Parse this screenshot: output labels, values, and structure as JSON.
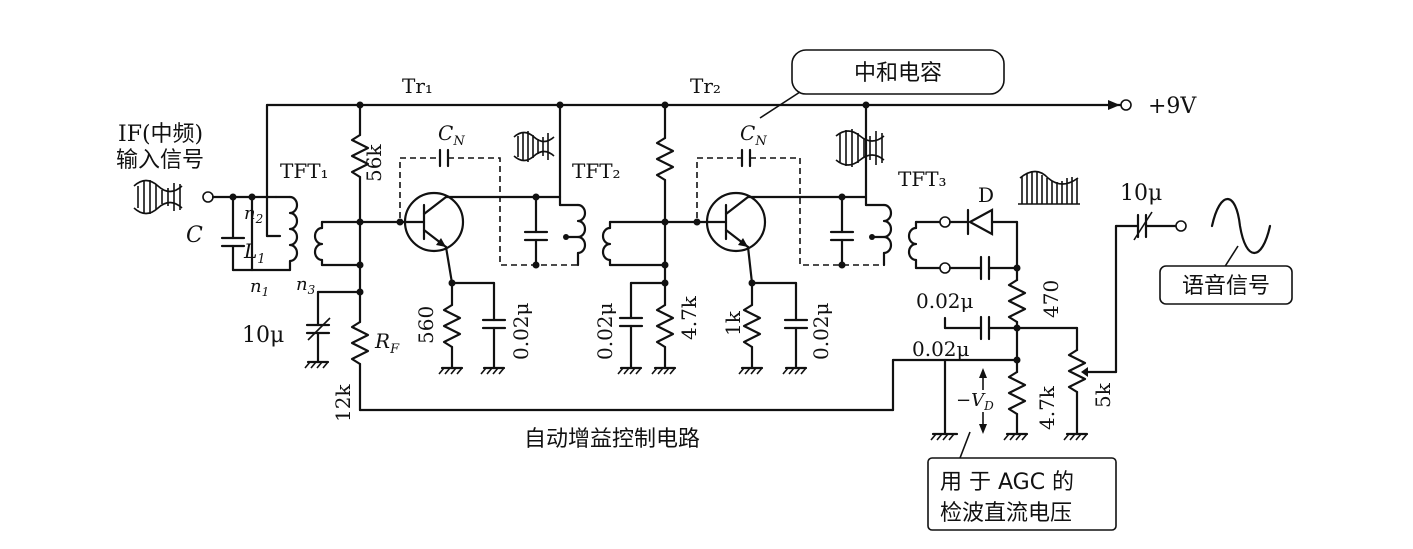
{
  "labels": {
    "if_input_1": "IF(中频)",
    "if_input_2": "输入信号",
    "tr1": "Tr₁",
    "tr2": "Tr₂",
    "vcc": "+9V",
    "neutralizing_cap": "中和电容",
    "cn1": "C",
    "cn1_sub": "N",
    "cn2": "C",
    "cn2_sub": "N",
    "tft1": "TFT₁",
    "tft2": "TFT₂",
    "tft3": "TFT₃",
    "diode": "D",
    "c_label": "C",
    "l1_label": "L",
    "l1_sub": "1",
    "n1": "n",
    "n1_sub": "1",
    "n2": "n",
    "n2_sub": "2",
    "n3": "n",
    "n3_sub": "3",
    "r56k": "56k",
    "r560": "560",
    "c002_a": "0.02μ",
    "c002_b": "0.02μ",
    "r47k_a": "4.7k",
    "r1k": "1k",
    "c002_c": "0.02μ",
    "c10u_left": "10μ",
    "rf": "R",
    "rf_sub": "F",
    "r12k": "12k",
    "c002_d": "0.02μ",
    "r470": "470",
    "c002_e": "0.02μ",
    "r47k_b": "4.7k",
    "r5k": "5k",
    "vd": "−V",
    "vd_sub": "D",
    "c10u_out": "10μ",
    "audio": "语音信号",
    "agc_title": "自动增益控制电路",
    "agc_volt_1": "用 于  AGC 的",
    "agc_volt_2": "检波直流电压"
  }
}
